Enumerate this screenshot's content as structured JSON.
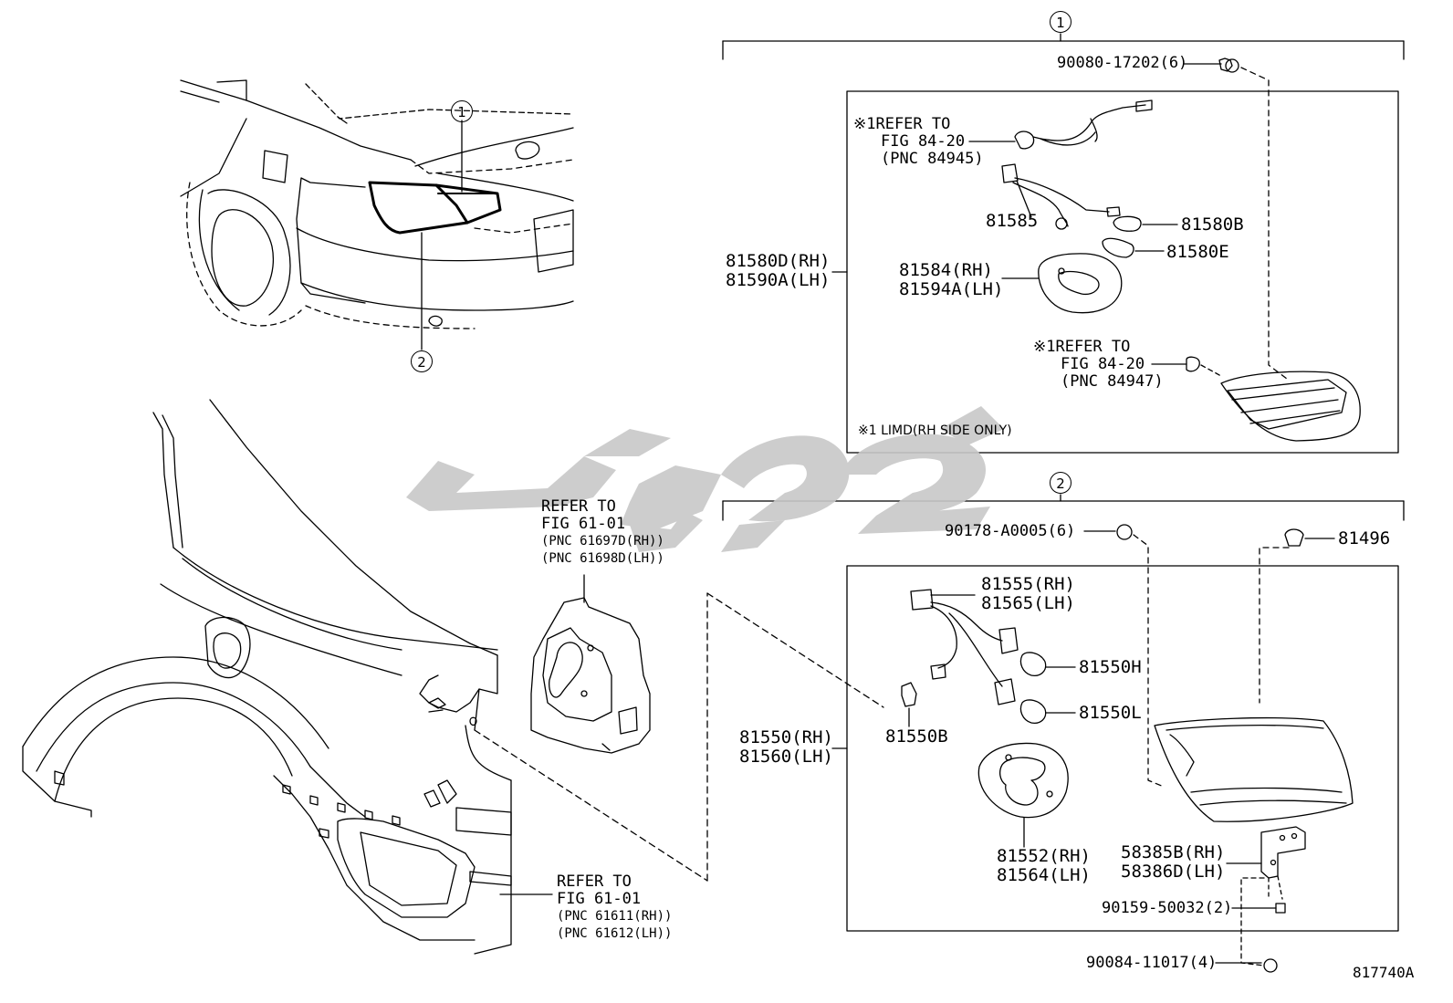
{
  "callouts": {
    "one": "1",
    "two": "2"
  },
  "group1": {
    "clip_top": "90080-17202(6)",
    "ref_84945": [
      "※1REFER TO",
      "FIG 84-20",
      "(PNC 84945)"
    ],
    "socket": "81585",
    "bulb_b": "81580B",
    "bulb_e": "81580E",
    "cover": [
      "81584(RH)",
      "81594A(LH)"
    ],
    "assembly": [
      "81580D(RH)",
      "81590A(LH)"
    ],
    "ref_84947": [
      "※1REFER TO",
      "FIG 84-20",
      "(PNC 84947)"
    ],
    "note": "※1 LIMD(RH SIDE ONLY)"
  },
  "group2": {
    "clip_top": "90178-A0005(6)",
    "cushion": "81496",
    "harness": [
      "81555(RH)",
      "81565(LH)"
    ],
    "bulb_h": "81550H",
    "bulb_l": "81550L",
    "bulb_b": "81550B",
    "assembly": [
      "81550(RH)",
      "81560(LH)"
    ],
    "cover": [
      "81552(RH)",
      "81564(LH)"
    ],
    "bracket": [
      "58385B(RH)",
      "58386D(LH)"
    ],
    "screw": "90159-50032(2)",
    "clip_bottom": "90084-11017(4)"
  },
  "refs": {
    "fig_61_01_a": [
      "REFER TO",
      "FIG 61-01",
      "(PNC 61697D(RH))",
      "(PNC 61698D(LH))"
    ],
    "fig_61_01_b": [
      "REFER TO",
      "FIG 61-01",
      "(PNC 61611(RH))",
      "(PNC 61612(LH))"
    ]
  },
  "drawing_number": "817740A",
  "watermark_color": "#c8c8c8"
}
